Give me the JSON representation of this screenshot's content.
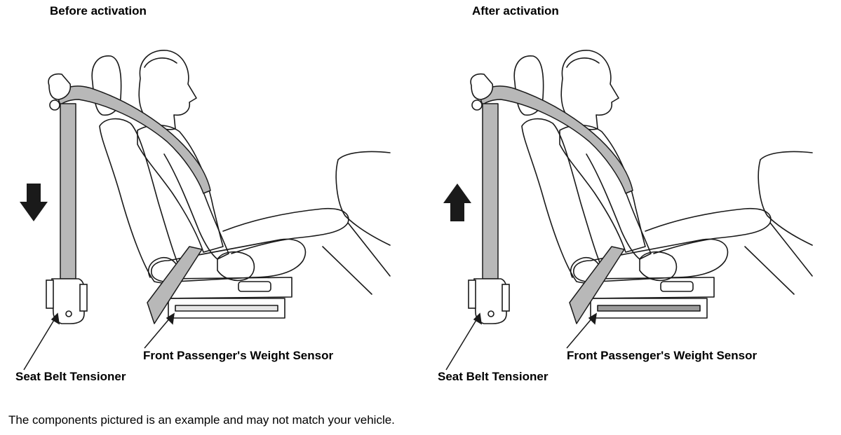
{
  "panels": [
    {
      "title": "Before activation",
      "arrow_direction": "down",
      "tensioner_label": "Seat Belt Tensioner",
      "sensor_label": "Front Passenger's Weight Sensor"
    },
    {
      "title": "After activation",
      "arrow_direction": "up",
      "tensioner_label": "Seat Belt Tensioner",
      "sensor_label": "Front Passenger's Weight Sensor"
    }
  ],
  "footnote": "The components pictured is an example and may not match your vehicle.",
  "colors": {
    "belt": "#b8b8b8",
    "line": "#1a1a1a",
    "arrow": "#1a1a1a"
  }
}
